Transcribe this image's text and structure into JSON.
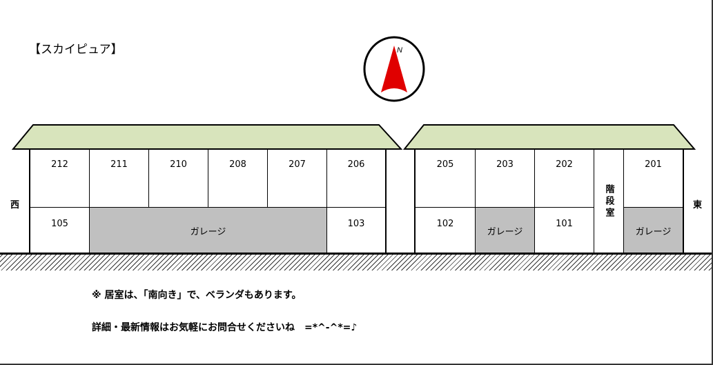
{
  "title": "【スカイピュア】",
  "compass": {
    "label": "N",
    "color": "#e00000"
  },
  "directions": {
    "west": "西",
    "east": "東"
  },
  "left_building": {
    "upper": [
      "212",
      "211",
      "210",
      "208",
      "207",
      "206"
    ],
    "lower": {
      "left": "105",
      "garage": "ガレージ",
      "right": "103"
    }
  },
  "right_building": {
    "upper": [
      "205",
      "203",
      "202",
      "201"
    ],
    "stairs": "階段室",
    "lower": {
      "room1": "102",
      "garage1": "ガレージ",
      "room2": "101",
      "garage2": "ガレージ"
    }
  },
  "colors": {
    "roof": "#d8e4bc",
    "garage": "#c0c0c0"
  },
  "notes": {
    "line1": "※ 居室は、「南向き」で、ベランダもあります。",
    "line2": "詳細・最新情報はお気軽にお問合せくださいね　=*^-^*=♪"
  }
}
